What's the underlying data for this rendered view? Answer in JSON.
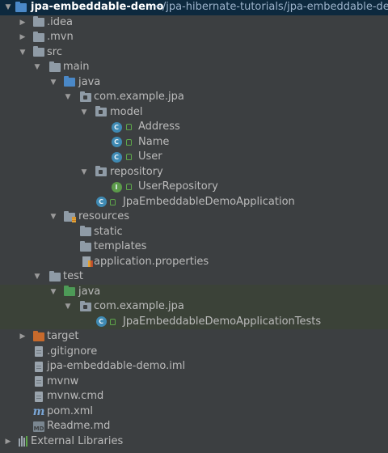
{
  "project": {
    "name": "jpa-embeddable-demo",
    "path": "~/jpa-hibernate-tutorials/jpa-embeddable-demo"
  },
  "tree": [
    {
      "label": "jpa-embeddable-demo",
      "kind": "root",
      "icon": "project-folder-icon"
    },
    {
      "label": ".idea",
      "kind": "folder",
      "icon": "folder-icon"
    },
    {
      "label": ".mvn",
      "kind": "folder",
      "icon": "folder-icon"
    },
    {
      "label": "src",
      "kind": "folder",
      "icon": "folder-icon"
    },
    {
      "label": "main",
      "kind": "folder",
      "icon": "folder-icon"
    },
    {
      "label": "java",
      "kind": "source-root",
      "icon": "source-folder-icon"
    },
    {
      "label": "com.example.jpa",
      "kind": "package",
      "icon": "package-icon"
    },
    {
      "label": "model",
      "kind": "package",
      "icon": "package-icon"
    },
    {
      "label": "Address",
      "kind": "class",
      "icon": "class-icon"
    },
    {
      "label": "Name",
      "kind": "class",
      "icon": "class-icon"
    },
    {
      "label": "User",
      "kind": "class",
      "icon": "class-icon"
    },
    {
      "label": "repository",
      "kind": "package",
      "icon": "package-icon"
    },
    {
      "label": "UserRepository",
      "kind": "interface",
      "icon": "interface-icon"
    },
    {
      "label": "JpaEmbeddableDemoApplication",
      "kind": "spring-class",
      "icon": "spring-boot-class-icon"
    },
    {
      "label": "resources",
      "kind": "resources",
      "icon": "resources-folder-icon"
    },
    {
      "label": "static",
      "kind": "folder",
      "icon": "folder-icon"
    },
    {
      "label": "templates",
      "kind": "folder",
      "icon": "folder-icon"
    },
    {
      "label": "application.properties",
      "kind": "properties",
      "icon": "properties-file-icon"
    },
    {
      "label": "test",
      "kind": "folder",
      "icon": "folder-icon"
    },
    {
      "label": "java",
      "kind": "test-root",
      "icon": "test-folder-icon"
    },
    {
      "label": "com.example.jpa",
      "kind": "package",
      "icon": "package-icon"
    },
    {
      "label": "JpaEmbeddableDemoApplicationTests",
      "kind": "spring-class",
      "icon": "spring-boot-class-icon"
    },
    {
      "label": "target",
      "kind": "excluded",
      "icon": "excluded-folder-icon"
    },
    {
      "label": ".gitignore",
      "kind": "file",
      "icon": "text-file-icon"
    },
    {
      "label": "jpa-embeddable-demo.iml",
      "kind": "file",
      "icon": "module-file-icon"
    },
    {
      "label": "mvnw",
      "kind": "file",
      "icon": "text-file-icon"
    },
    {
      "label": "mvnw.cmd",
      "kind": "file",
      "icon": "text-file-icon"
    },
    {
      "label": "pom.xml",
      "kind": "maven",
      "icon": "maven-icon"
    },
    {
      "label": "Readme.md",
      "kind": "markdown",
      "icon": "markdown-file-icon"
    },
    {
      "label": "External Libraries",
      "kind": "libraries",
      "icon": "libraries-icon"
    }
  ],
  "colors": {
    "background": "#3c3f41",
    "selection": "#0d293e",
    "test_band": "#3b4238"
  }
}
